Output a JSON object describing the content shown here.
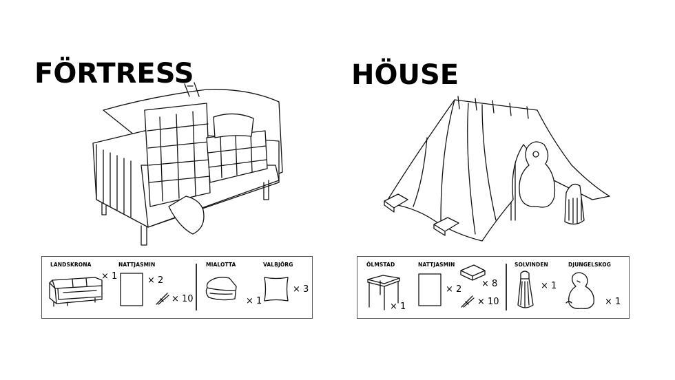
{
  "fortress": {
    "title": "FÖRTRESS",
    "parts": [
      {
        "name": "LANDSKRONA",
        "icon": "sofa-icon",
        "quantity": "× 1"
      },
      {
        "name": "NATTJASMIN",
        "icon": "sheet-icon",
        "quantity": "× 2",
        "extra_icon": "clothespin-icon",
        "extra_quantity": "× 10"
      },
      {
        "name": "MIALOTTA",
        "icon": "blanket-icon",
        "quantity": "× 1"
      },
      {
        "name": "VALBJÖRG",
        "icon": "pillow-icon",
        "quantity": "× 3"
      }
    ]
  },
  "house": {
    "title": "HÖUSE",
    "parts": [
      {
        "name": "ÖLMSTAD",
        "icon": "table-icon",
        "quantity": "× 1"
      },
      {
        "name": "NATTJASMIN",
        "icon": "sheet-icon",
        "quantity": "× 2",
        "extra_icon": "book-icon",
        "extra_quantity": "× 8",
        "extra2_icon": "clothespin-icon",
        "extra2_quantity": "× 10"
      },
      {
        "name": "SOLVINDEN",
        "icon": "lantern-icon",
        "quantity": "× 1"
      },
      {
        "name": "DJUNGELSKOG",
        "icon": "teddy-bear-icon",
        "quantity": "× 1"
      }
    ]
  }
}
